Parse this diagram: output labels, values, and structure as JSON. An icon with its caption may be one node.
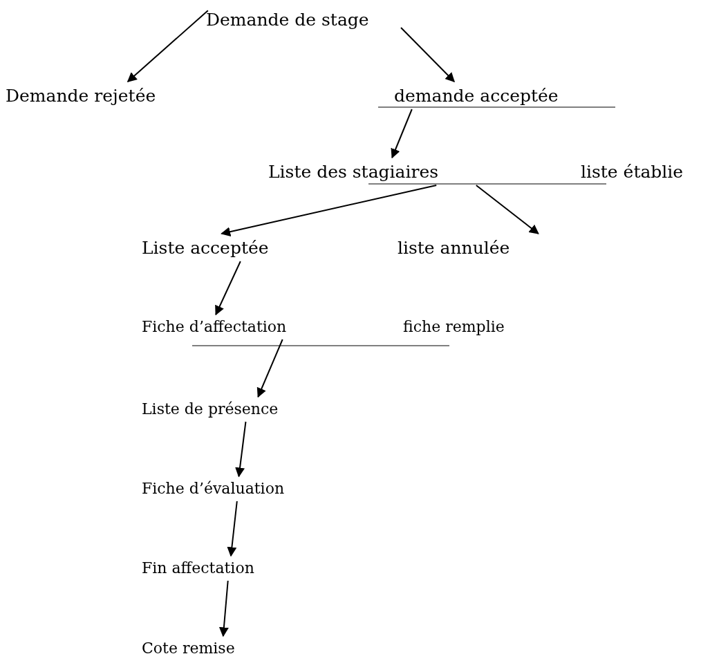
{
  "diagram": {
    "nodes": [
      {
        "text": [
          "Demande de stage"
        ]
      },
      {
        "text": [
          "Demande rejetée"
        ]
      },
      {
        "text": [
          "demande acceptée"
        ]
      },
      {
        "text": [
          "Liste des stagiaires"
        ]
      },
      {
        "text": [
          "liste établie"
        ]
      },
      {
        "text": [
          "Liste acceptée"
        ]
      },
      {
        "text": [
          "liste annulée"
        ]
      },
      {
        "text": [
          "Fiche d’affectation"
        ]
      },
      {
        "text": [
          "fiche remplie"
        ]
      },
      {
        "text": [
          "Liste de présence"
        ]
      },
      {
        "text": [
          "Fiche d’évaluation"
        ]
      },
      {
        "text": [
          "Fin affectation"
        ]
      },
      {
        "text": [
          "Cote remise"
        ]
      }
    ],
    "edges": [
      {
        "from": 0,
        "to": 1,
        "arrow": "to"
      },
      {
        "from": 0,
        "to": 2,
        "arrow": "to"
      },
      {
        "from": 2,
        "to": 3,
        "arrow": "to"
      },
      {
        "from": 3,
        "to": 5,
        "arrow": "to"
      },
      {
        "from": 3,
        "to": 6,
        "arrow": "to"
      },
      {
        "from": 5,
        "to": 7,
        "arrow": "to"
      },
      {
        "from": 7,
        "to": 9,
        "arrow": "to"
      },
      {
        "from": 9,
        "to": 10,
        "arrow": "to"
      },
      {
        "from": 10,
        "to": 11,
        "arrow": "to"
      },
      {
        "from": 11,
        "to": 12,
        "arrow": "to"
      }
    ]
  }
}
